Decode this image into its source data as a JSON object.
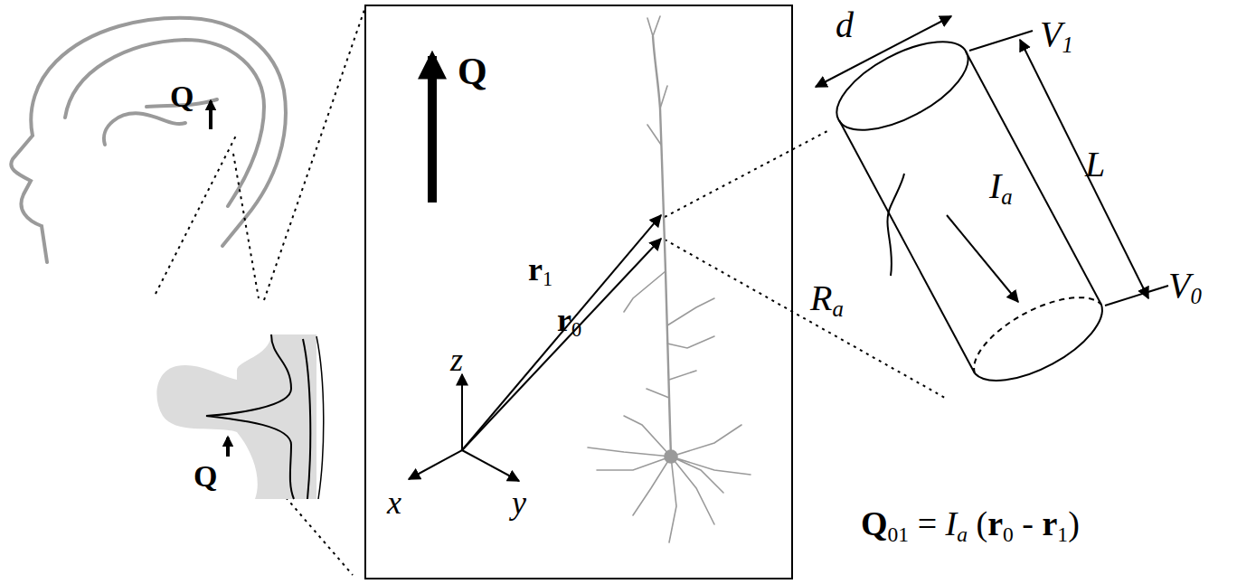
{
  "diagram": {
    "labels": [
      "Q",
      "Q",
      "Q",
      "z",
      "x",
      "y",
      "r1",
      "r0",
      "d",
      "V1",
      "L",
      "Ia",
      "Ra",
      "V0",
      "Q01 = Ia (r0 - r1)"
    ]
  }
}
